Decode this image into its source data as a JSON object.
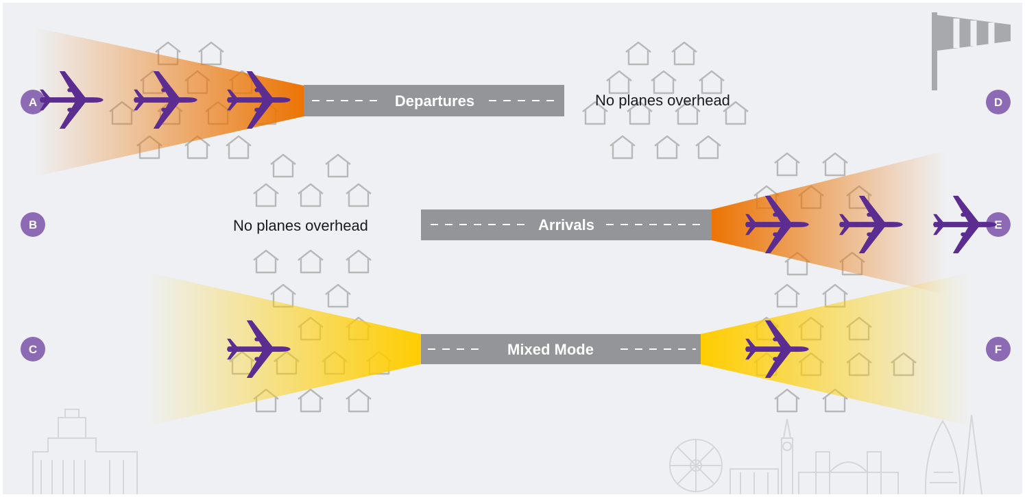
{
  "runways": {
    "departures": {
      "label": "Departures"
    },
    "arrivals": {
      "label": "Arrivals"
    },
    "mixed": {
      "label": "Mixed Mode"
    }
  },
  "notes": {
    "top_right": "No planes overhead",
    "middle_left": "No planes overhead"
  },
  "markers": {
    "a": "A",
    "b": "B",
    "c": "C",
    "d": "D",
    "e": "E",
    "f": "F"
  },
  "colors": {
    "background": "#eef0f3",
    "runway": "#939598",
    "departures_arrivals_cone": "#ec7404",
    "mixed_mode_cone": "#ffcd00",
    "plane": "#5c2d91",
    "marker": "#8d6bb4",
    "house_outline": "#b8b8b8"
  },
  "icons": {
    "plane": "plane-icon",
    "house": "house-icon",
    "windsock": "windsock-icon",
    "castle": "castle-icon",
    "london_skyline": "london-skyline-icon"
  }
}
